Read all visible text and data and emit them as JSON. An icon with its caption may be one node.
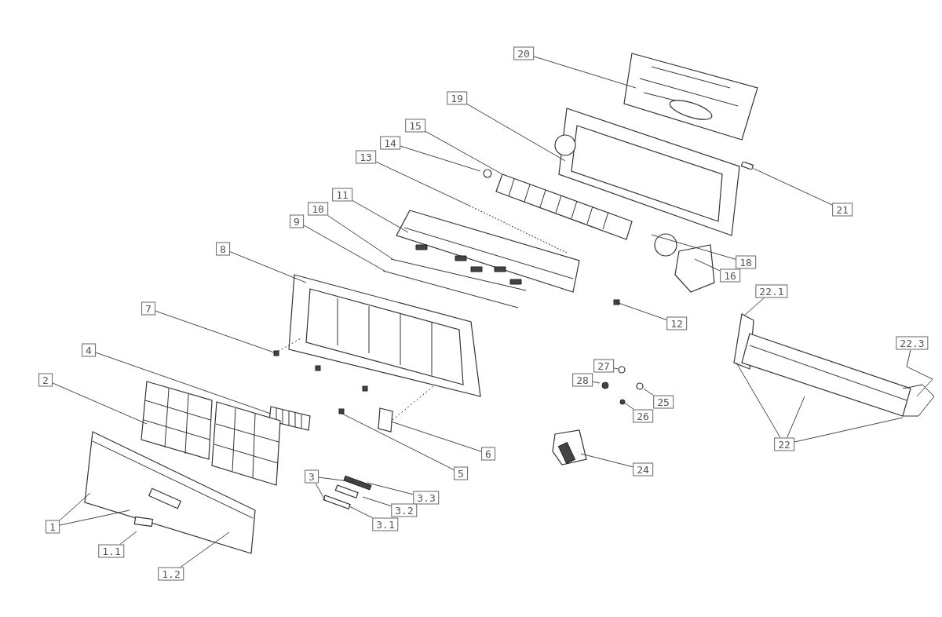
{
  "diagram": {
    "nodes": [
      {
        "text": [
          "20"
        ]
      },
      {
        "text": [
          "19"
        ]
      },
      {
        "text": [
          "15"
        ]
      },
      {
        "text": [
          "14"
        ]
      },
      {
        "text": [
          "13"
        ]
      },
      {
        "text": [
          "11"
        ]
      },
      {
        "text": [
          "21"
        ]
      },
      {
        "text": [
          "10"
        ]
      },
      {
        "text": [
          "9"
        ]
      },
      {
        "text": [
          "8"
        ]
      },
      {
        "text": [
          "18"
        ]
      },
      {
        "text": [
          "16"
        ]
      },
      {
        "text": [
          "22.1"
        ]
      },
      {
        "text": [
          "7"
        ]
      },
      {
        "text": [
          "12"
        ]
      },
      {
        "text": [
          "22.3"
        ]
      },
      {
        "text": [
          "4"
        ]
      },
      {
        "text": [
          "27"
        ]
      },
      {
        "text": [
          "2"
        ]
      },
      {
        "text": [
          "28"
        ]
      },
      {
        "text": [
          "25"
        ]
      },
      {
        "text": [
          "26"
        ]
      },
      {
        "text": [
          "22"
        ]
      },
      {
        "text": [
          "6"
        ]
      },
      {
        "text": [
          "24"
        ]
      },
      {
        "text": [
          "5"
        ]
      },
      {
        "text": [
          "3"
        ]
      },
      {
        "text": [
          "3.3"
        ]
      },
      {
        "text": [
          "3.2"
        ]
      },
      {
        "text": [
          "3.1"
        ]
      },
      {
        "text": [
          "1"
        ]
      },
      {
        "text": [
          "1.1"
        ]
      },
      {
        "text": [
          "1.2"
        ]
      },
      {
        "text": [],
        "shape": "box"
      },
      {
        "text": [],
        "shape": "circle"
      },
      {
        "text": [],
        "shape": "circle"
      }
    ],
    "edges": [
      {
        "from": 0,
        "to": null,
        "arrow": "none"
      },
      {
        "from": 1,
        "to": null,
        "arrow": "none"
      },
      {
        "from": 2,
        "to": null,
        "arrow": "none"
      },
      {
        "from": 3,
        "to": null,
        "arrow": "none"
      },
      {
        "from": 4,
        "to": null,
        "arrow": "none"
      },
      {
        "from": 5,
        "to": null,
        "arrow": "none"
      },
      {
        "from": 6,
        "to": 33,
        "arrow": "none"
      },
      {
        "from": 7,
        "to": null,
        "arrow": "none"
      },
      {
        "from": 8,
        "to": null,
        "arrow": "none"
      },
      {
        "from": 9,
        "to": null,
        "arrow": "none"
      },
      {
        "from": 10,
        "to": null,
        "arrow": "none"
      },
      {
        "from": 11,
        "to": null,
        "arrow": "none"
      },
      {
        "from": 12,
        "to": null,
        "arrow": "none"
      },
      {
        "from": 13,
        "to": null,
        "arrow": "none"
      },
      {
        "from": 14,
        "to": null,
        "arrow": "none"
      },
      {
        "from": 15,
        "to": null,
        "arrow": "none"
      },
      {
        "from": 16,
        "to": null,
        "arrow": "none"
      },
      {
        "from": 17,
        "to": 34,
        "arrow": "none"
      },
      {
        "from": 18,
        "to": null,
        "arrow": "none"
      },
      {
        "from": 19,
        "to": null,
        "arrow": "none"
      },
      {
        "from": 20,
        "to": 35,
        "arrow": "none"
      },
      {
        "from": 21,
        "to": null,
        "arrow": "none"
      },
      {
        "from": 22,
        "to": null,
        "arrow": "none"
      },
      {
        "from": 22,
        "to": null,
        "arrow": "none"
      },
      {
        "from": 22,
        "to": null,
        "arrow": "none"
      },
      {
        "from": 23,
        "to": null,
        "arrow": "none"
      },
      {
        "from": 24,
        "to": null,
        "arrow": "none"
      },
      {
        "from": 25,
        "to": null,
        "arrow": "none"
      },
      {
        "from": 26,
        "to": null,
        "arrow": "none"
      },
      {
        "from": 26,
        "to": null,
        "arrow": "none"
      },
      {
        "from": 27,
        "to": null,
        "arrow": "none"
      },
      {
        "from": 28,
        "to": null,
        "arrow": "none"
      },
      {
        "from": 29,
        "to": null,
        "arrow": "none"
      },
      {
        "from": 30,
        "to": null,
        "arrow": "none"
      },
      {
        "from": 30,
        "to": null,
        "arrow": "none"
      },
      {
        "from": 31,
        "to": null,
        "arrow": "none"
      },
      {
        "from": 32,
        "to": null,
        "arrow": "none"
      }
    ]
  }
}
